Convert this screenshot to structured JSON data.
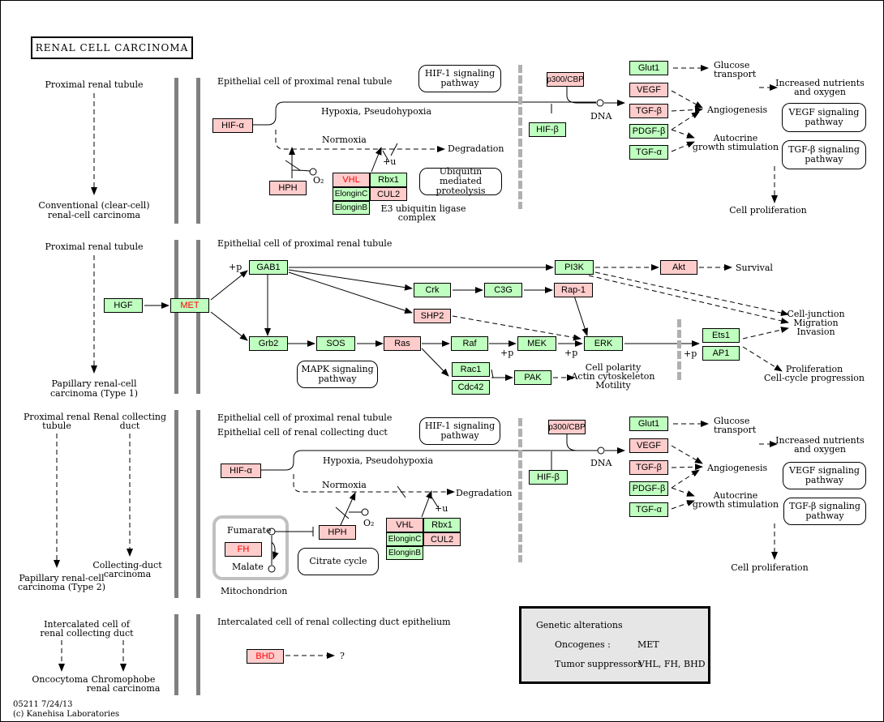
{
  "title": "RENAL   CELL   CARCINOMA",
  "footer": {
    "id_date": "05211 7/24/13",
    "credit": "(c) Kanehisa Laboratories"
  },
  "legend": {
    "heading": "Genetic alterations",
    "oncogenes_label": "Oncogenes :",
    "oncogenes_value": "MET",
    "suppressors_label": "Tumor suppressors :",
    "suppressors_value": "VHL, FH, BHD"
  },
  "colors": {
    "gene_green": "#bfffbf",
    "gene_pink": "#ffcccc",
    "mutated_text": "#ff0000",
    "bar_gray": "#808080"
  },
  "left_column": {
    "s1_top": "Proximal renal tubule",
    "s1_bottom": [
      "Conventional (clear-cell)",
      "renal-cell carcinoma"
    ],
    "s2_top": "Proximal renal tubule",
    "s2_bottom": [
      "Papillary renal-cell",
      "carcinoma (Type 1)"
    ],
    "s3_top_a": [
      "Proximal renal",
      "tubule"
    ],
    "s3_top_b": [
      "Renal collecting",
      "duct"
    ],
    "s3_bottom_a": [
      "Papillary renal-cell",
      "carcinoma (Type 2)"
    ],
    "s3_bottom_b": [
      "Collecting-duct",
      "carcinoma"
    ],
    "s4_top": [
      "Intercalated cell of",
      "renal collecting duct"
    ],
    "s4_bottom_a": "Oncocytoma",
    "s4_bottom_b": [
      "Chromophobe",
      "renal carcinoma"
    ]
  },
  "section1": {
    "cell_label": "Epithelial cell of proximal renal tubule",
    "hypoxia": "Hypoxia, Pseudohypoxia",
    "normoxia": "Normoxia",
    "degradation": "Degradation",
    "o2": "O₂",
    "plus_u": "+u",
    "e3": [
      "E3 ubiquitin ligase",
      "complex"
    ],
    "dna": "DNA",
    "hif1_pathway": [
      "HIF-1 signaling",
      "pathway"
    ],
    "ubiquitin_pathway": [
      "Ubiquitin mediated",
      "proteolysis"
    ],
    "glucose": [
      "Glucose",
      "transport"
    ],
    "nutrients": [
      "Increased nutrients",
      "and oxygen"
    ],
    "angiogenesis": "Angiogenesis",
    "autocrine": [
      "Autocrine",
      "growth stimulation"
    ],
    "vegf_pathway": [
      "VEGF signaling",
      "pathway"
    ],
    "tgfb_pathway": [
      "TGF-β signaling",
      "pathway"
    ],
    "proliferation": "Cell proliferation",
    "genes": {
      "hifa": "HIF-α",
      "hph": "HPH",
      "vhl": "VHL",
      "rbx1": "Rbx1",
      "elonginc": "ElonginC",
      "cul2": "CUL2",
      "elonginb": "ElonginB",
      "p300": "p300/CBP",
      "hifb": "HIF-β",
      "glut1": "Glut1",
      "vegf": "VEGF",
      "tgfb": "TGF-β",
      "pdgfb": "PDGF-β",
      "tgfa": "TGF-α"
    }
  },
  "section2": {
    "cell_label": "Epithelial cell of proximal renal tubule",
    "mapk_pathway": [
      "MAPK signaling",
      "pathway"
    ],
    "survival": "Survival",
    "junction": [
      "Cell-junction",
      "Migration",
      "Invasion"
    ],
    "polarity": [
      "Cell polarity",
      "Actin cytoskeleton",
      "Motility"
    ],
    "prolif": [
      "Proliferation",
      "Cell-cycle progression"
    ],
    "plus_p": "+p",
    "genes": {
      "hgf": "HGF",
      "met": "MET",
      "gab1": "GAB1",
      "grb2": "Grb2",
      "sos": "SOS",
      "ras": "Ras",
      "raf": "Raf",
      "mek": "MEK",
      "erk": "ERK",
      "pi3k": "PI3K",
      "akt": "Akt",
      "crk": "Crk",
      "c3g": "C3G",
      "rap1": "Rap-1",
      "shp2": "SHP2",
      "rac1": "Rac1",
      "cdc42": "Cdc42",
      "pak": "PAK",
      "ets1": "Ets1",
      "ap1": "AP1"
    }
  },
  "section3": {
    "cell_label_a": "Epithelial cell of proximal renal tubule",
    "cell_label_b": "Epithelial cell of renal collecting duct",
    "fumarate": "Fumarate",
    "malate": "Malate",
    "mitochondrion": "Mitochondrion",
    "citrate": "Citrate cycle",
    "genes": {
      "fh": "FH"
    }
  },
  "section4": {
    "cell_label": "Intercalated cell of renal collecting duct epithelium",
    "question": "?",
    "genes": {
      "bhd": "BHD"
    }
  }
}
